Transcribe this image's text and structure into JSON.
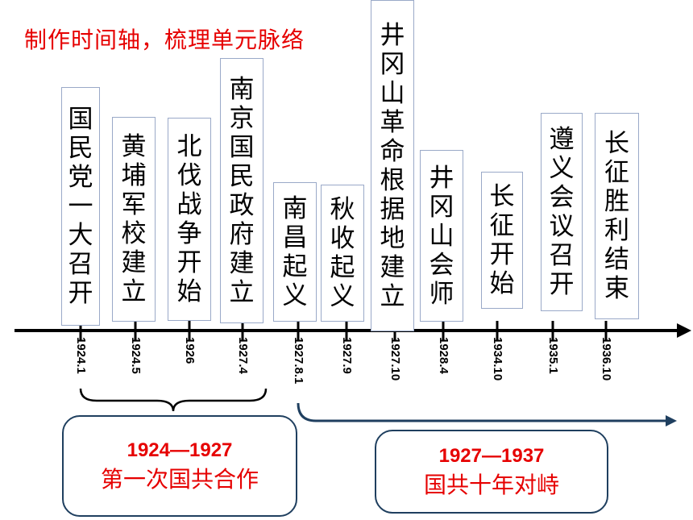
{
  "title": "制作时间轴，梳理单元脉络",
  "events": [
    {
      "label": "国民党一大召开",
      "date": "1924.1"
    },
    {
      "label": "黄埔军校建立",
      "date": "1924.5"
    },
    {
      "label": "北伐战争开始",
      "date": "1926"
    },
    {
      "label": "南京国民政府建立",
      "date": "1927.4"
    },
    {
      "label": "南昌起义",
      "date": "1927.8.1"
    },
    {
      "label": "秋收起义",
      "date": "1927.9"
    },
    {
      "label": "井冈山革命根据地建立",
      "date": "1927.10"
    },
    {
      "label": "井冈山会师",
      "date": "1928.4"
    },
    {
      "label": "长征开始",
      "date": "1934.10"
    },
    {
      "label": "遵义会议召开",
      "date": "1935.1"
    },
    {
      "label": "长征胜利结束",
      "date": "1936.10"
    }
  ],
  "periods": [
    {
      "years": "1924—1927",
      "name": "第一次国共合作"
    },
    {
      "years": "1927—1937",
      "name": "国共十年对峙"
    }
  ],
  "colors": {
    "accent": "#e60000",
    "box_border": "#9aa9c8",
    "period_border": "#1f3f5f"
  }
}
